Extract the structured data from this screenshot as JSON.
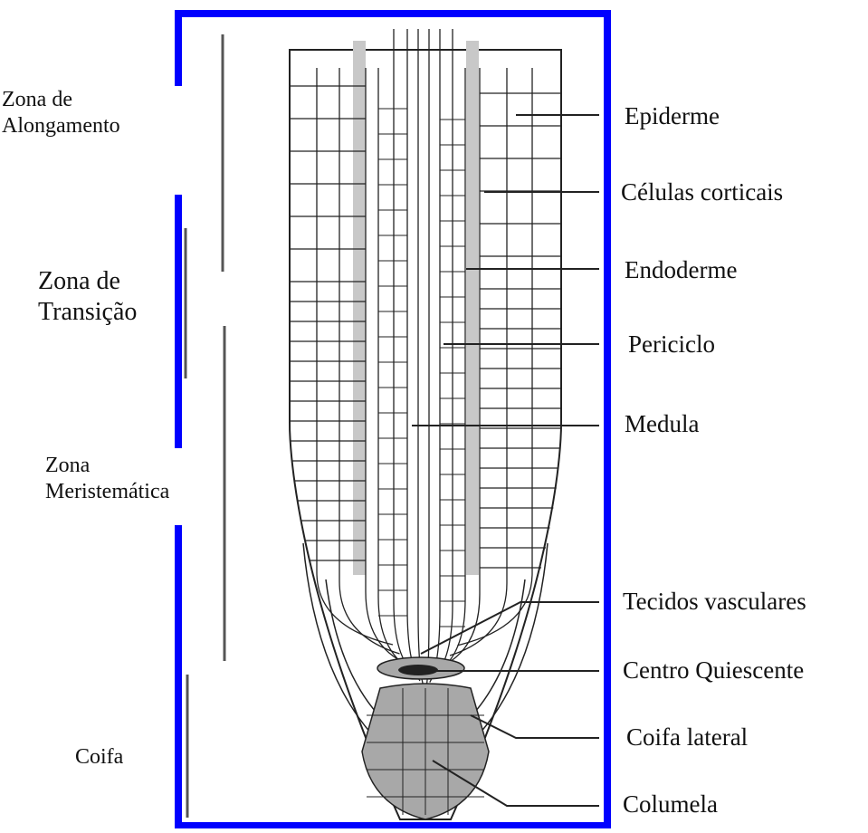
{
  "diagram": {
    "zones": {
      "elongation": [
        "Zona de",
        "Alongamento"
      ],
      "transition": [
        "Zona de",
        "Transição"
      ],
      "meristematic": [
        "Zona",
        "Meristemática"
      ],
      "cap": "Coifa"
    },
    "labels": {
      "epidermis": "Epiderme",
      "cortical_cells": "Células corticais",
      "endodermis": "Endoderme",
      "pericycle": "Periciclo",
      "medulla": "Medula",
      "vascular_tissues": "Tecidos vasculares",
      "quiescent_center": "Centro Quiescente",
      "lateral_cap": "Coifa lateral",
      "columella": "Columela"
    },
    "colors": {
      "frame": "#0000ff",
      "outline": "#222222",
      "shading_light": "#c8c8c8",
      "shading_mid": "#a8a8a8",
      "quiescent": "#222222"
    }
  }
}
